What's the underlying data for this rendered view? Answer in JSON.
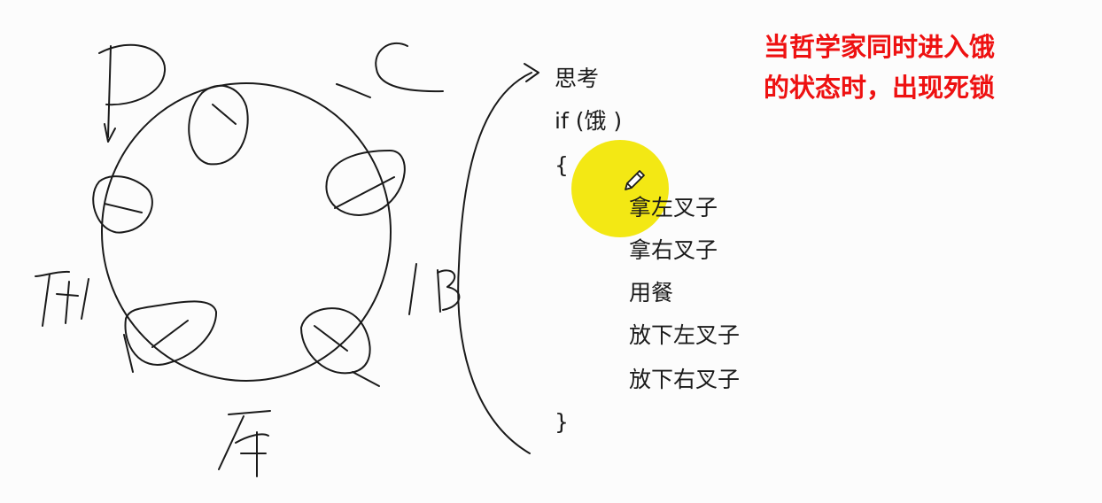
{
  "note": {
    "line1": "当哲学家同时进入饿",
    "line2": "的状态时，出现死锁"
  },
  "code": {
    "think": "思考",
    "if_hungry": "if (饿 )",
    "open_brace": "{",
    "take_left": "拿左叉子",
    "take_right": "拿右叉子",
    "eat": "用餐",
    "put_left": "放下左叉子",
    "put_right": "放下右叉子",
    "close_brace": "}"
  },
  "handwritten_labels": [
    "P",
    "C",
    "B",
    "E",
    "A"
  ],
  "colors": {
    "note": "#ee1111",
    "highlight": "#f2e600",
    "ink": "#1a1a1a"
  },
  "icons": {
    "cursor": "pencil-icon"
  }
}
